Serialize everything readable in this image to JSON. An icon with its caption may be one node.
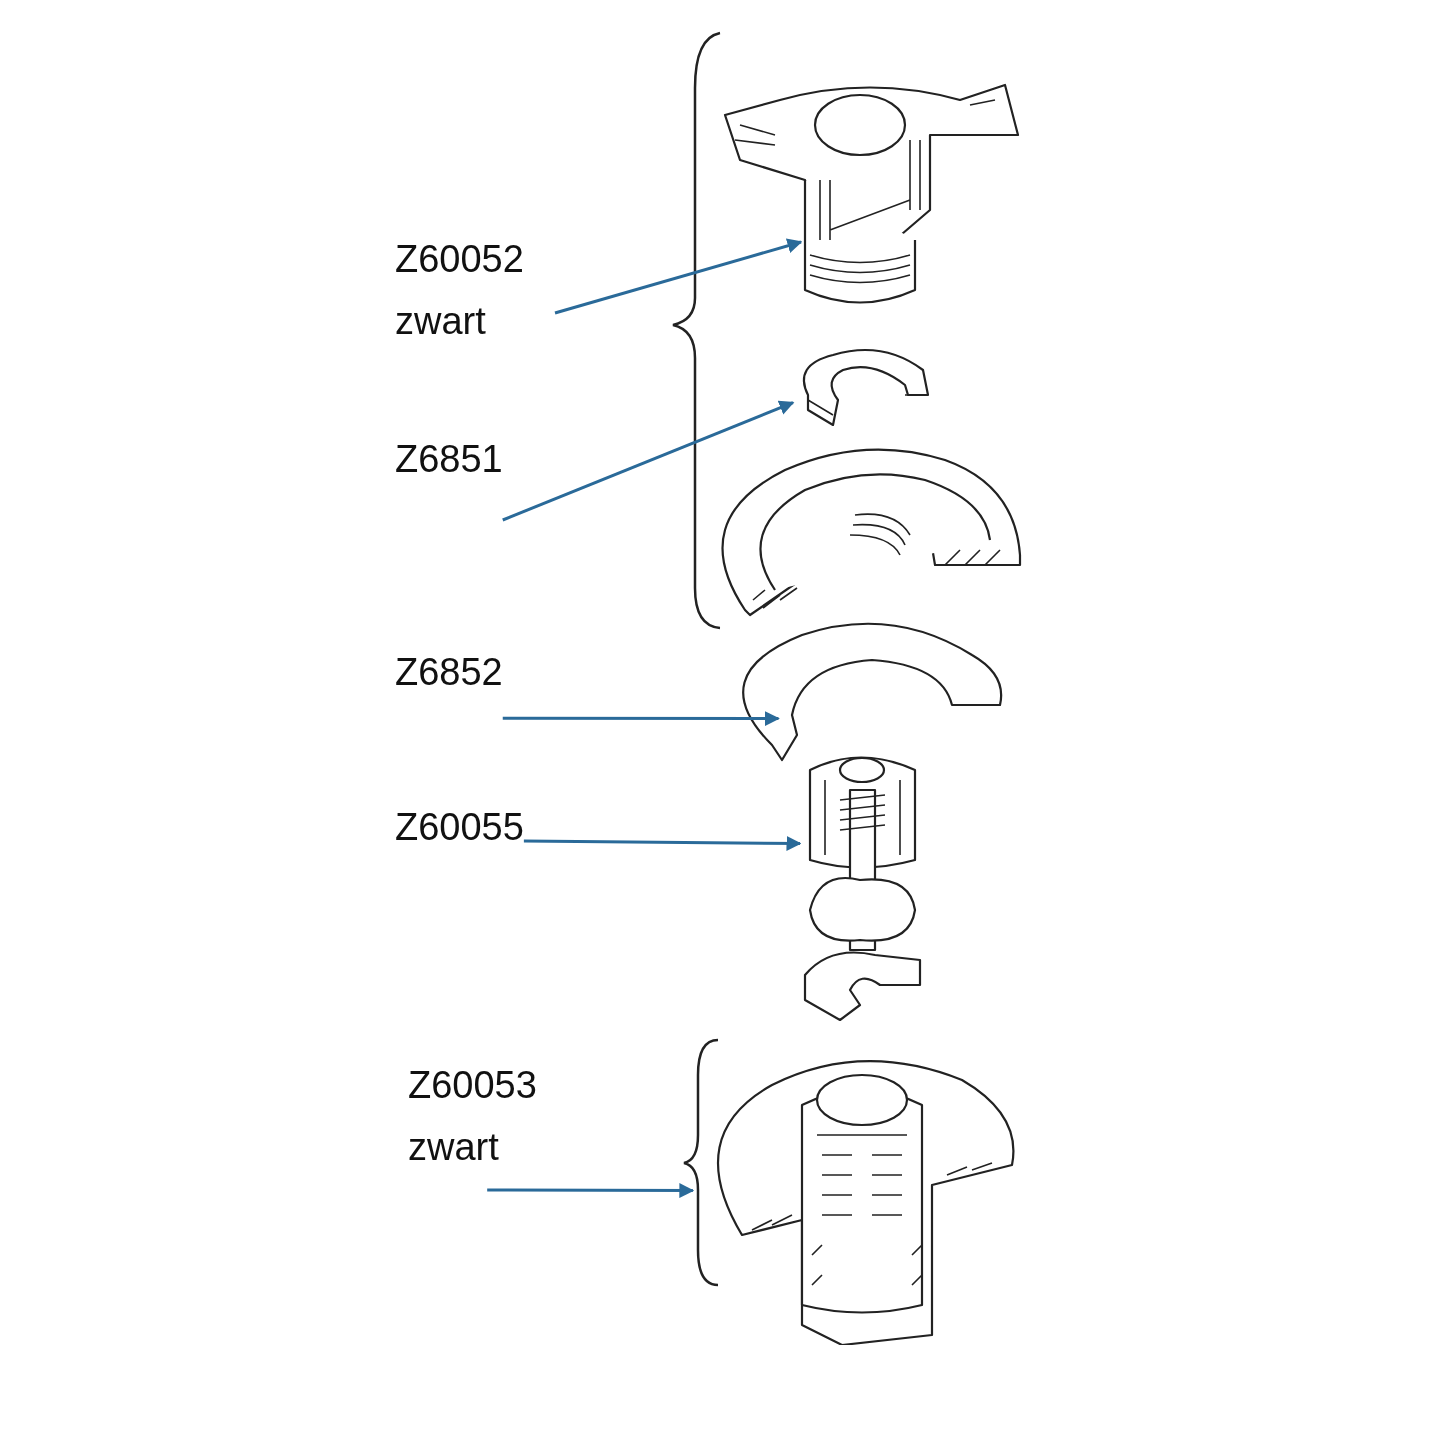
{
  "diagram": {
    "nodes": [
      {
        "text": [
          "Z60052 zwart"
        ]
      },
      {
        "text": [],
        "shape": "picture"
      },
      {
        "text": [
          "Z6851"
        ]
      },
      {
        "text": [],
        "shape": "picture"
      },
      {
        "text": [
          "Z6852"
        ]
      },
      {
        "text": [],
        "shape": "picture"
      },
      {
        "text": [
          "Z60055"
        ]
      },
      {
        "text": [],
        "shape": "picture"
      },
      {
        "text": [
          "Z60053 zwart"
        ]
      },
      {
        "text": [],
        "shape": "bracket"
      }
    ],
    "edges": [
      {
        "from": 0,
        "to": 1,
        "arrow": "to"
      },
      {
        "from": 2,
        "to": 3,
        "arrow": "to"
      },
      {
        "from": 4,
        "to": 5,
        "arrow": "to"
      },
      {
        "from": 6,
        "to": 7,
        "arrow": "to"
      },
      {
        "from": 8,
        "to": 9,
        "arrow": "to"
      }
    ]
  }
}
